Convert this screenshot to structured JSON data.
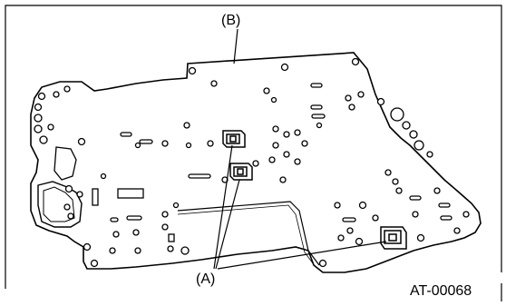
{
  "callouts": {
    "b": "(B)",
    "a": "(A)"
  },
  "figure_id": "AT-00068",
  "colors": {
    "line": "#000000",
    "background": "#ffffff"
  }
}
